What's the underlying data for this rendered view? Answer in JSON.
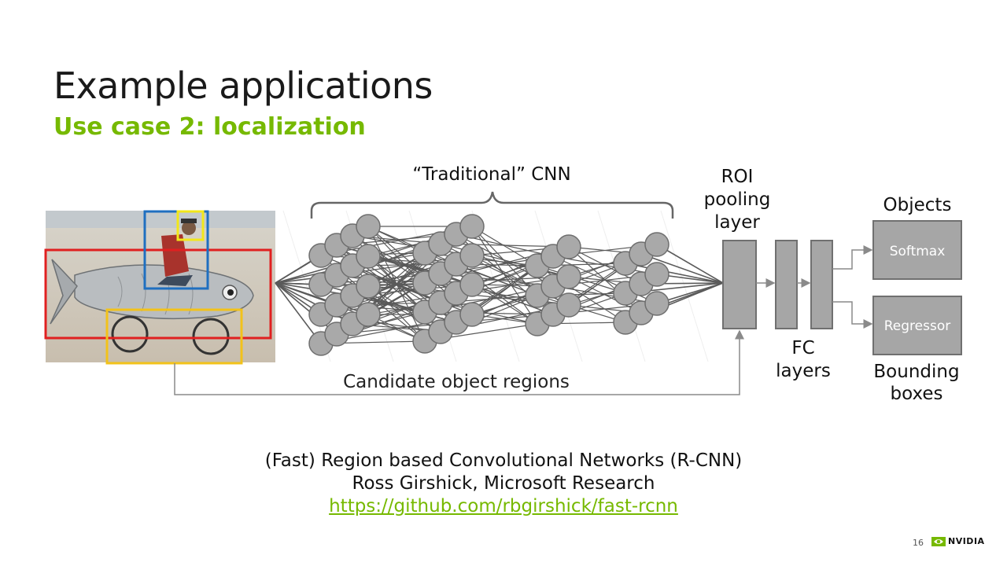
{
  "slide": {
    "title": "Example applications",
    "subtitle": "Use case 2: localization",
    "page_number": "16",
    "logo_text": "NVIDIA",
    "accent_color": "#76b900"
  },
  "diagram": {
    "cnn_label": "“Traditional” CNN",
    "roi_label": [
      "ROI",
      "pooling",
      "layer"
    ],
    "objects_label": "Objects",
    "softmax_label": "Softmax",
    "regressor_label": "Regressor",
    "fc_label": [
      "FC",
      "layers"
    ],
    "bbox_label": [
      "Bounding",
      "boxes"
    ],
    "candidate_label": "Candidate object regions",
    "box_colors": [
      "#e02020",
      "#1f6fc0",
      "#f2c21a",
      "#f2e71a"
    ]
  },
  "footer": {
    "line1": "(Fast) Region based Convolutional Networks (R-CNN)",
    "line2": "Ross Girshick, Microsoft Research",
    "link": "https://github.com/rbgirshick/fast-rcnn"
  }
}
